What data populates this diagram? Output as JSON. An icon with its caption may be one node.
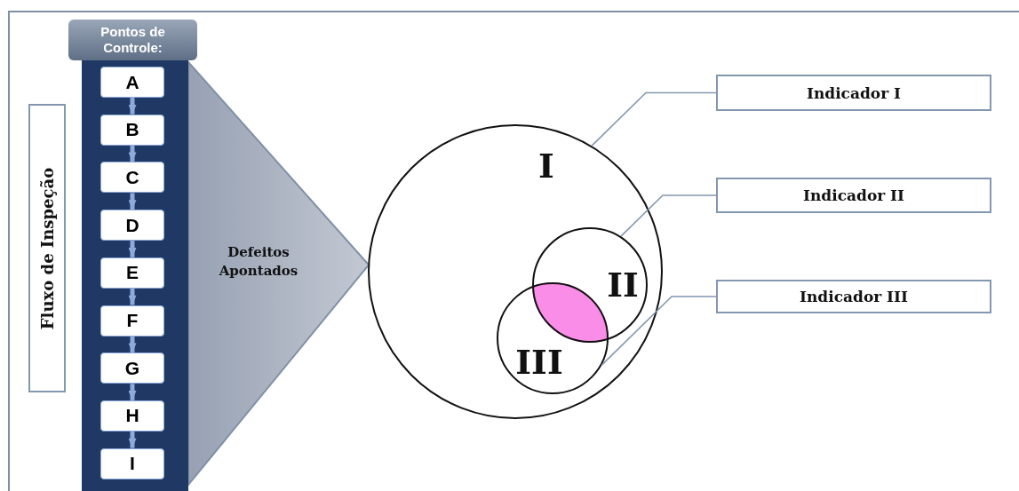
{
  "diagram": {
    "nodes": [
      {
        "text": [
          "Fluxo de Inspeção"
        ]
      },
      {
        "text": [
          "Pontos de Controle:"
        ]
      },
      {
        "text": [
          "A"
        ],
        "in": 1
      },
      {
        "text": [
          "B"
        ],
        "in": 1
      },
      {
        "text": [
          "C"
        ],
        "in": 1
      },
      {
        "text": [
          "D"
        ],
        "in": 1
      },
      {
        "text": [
          "E"
        ],
        "in": 1
      },
      {
        "text": [
          "F"
        ],
        "in": 1
      },
      {
        "text": [
          "G"
        ],
        "in": 1
      },
      {
        "text": [
          "H"
        ],
        "in": 1
      },
      {
        "text": [
          "I"
        ],
        "in": 1
      },
      {
        "text": [
          "Defeitos Apontados"
        ]
      },
      {
        "text": [
          "I"
        ]
      },
      {
        "text": [
          "II"
        ],
        "in": 12
      },
      {
        "text": [
          "III"
        ],
        "in": 12
      },
      {
        "text": [
          "Indicador I"
        ]
      },
      {
        "text": [
          "Indicador II"
        ]
      },
      {
        "text": [
          "Indicador III"
        ]
      }
    ],
    "edges": [
      {
        "from": 2,
        "to": 3,
        "arrow": "to"
      },
      {
        "from": 3,
        "to": 4,
        "arrow": "to"
      },
      {
        "from": 4,
        "to": 5,
        "arrow": "to"
      },
      {
        "from": 5,
        "to": 6,
        "arrow": "to"
      },
      {
        "from": 6,
        "to": 7,
        "arrow": "to"
      },
      {
        "from": 7,
        "to": 8,
        "arrow": "to"
      },
      {
        "from": 8,
        "to": 9,
        "arrow": "to"
      },
      {
        "from": 9,
        "to": 10,
        "arrow": "to"
      },
      {
        "from": 15,
        "to": 12,
        "arrow": "none",
        "color": "#8497b0"
      },
      {
        "from": 16,
        "to": 13,
        "arrow": "none",
        "color": "#8497b0"
      },
      {
        "from": 17,
        "to": 14,
        "arrow": "none",
        "color": "#8497b0"
      }
    ]
  }
}
